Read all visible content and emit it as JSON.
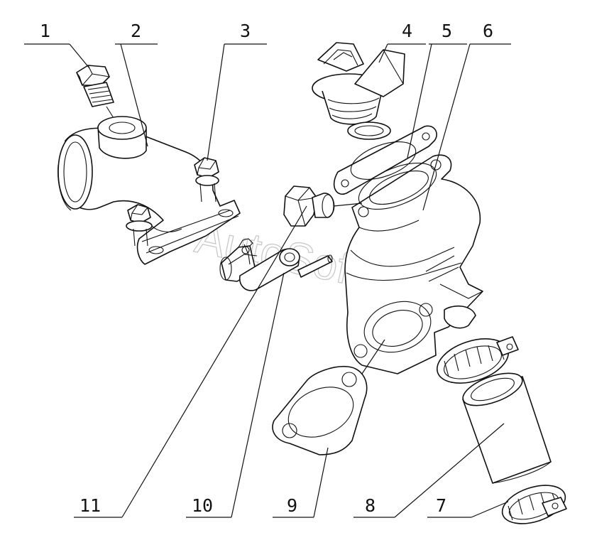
{
  "diagram": {
    "watermark": "AutoSoft",
    "callouts": [
      {
        "id": "1",
        "label": "1"
      },
      {
        "id": "2",
        "label": "2"
      },
      {
        "id": "3",
        "label": "3"
      },
      {
        "id": "4",
        "label": "4"
      },
      {
        "id": "5",
        "label": "5"
      },
      {
        "id": "6",
        "label": "6"
      },
      {
        "id": "7",
        "label": "7"
      },
      {
        "id": "8",
        "label": "8"
      },
      {
        "id": "9",
        "label": "9"
      },
      {
        "id": "10",
        "label": "10"
      },
      {
        "id": "11",
        "label": "11"
      }
    ]
  },
  "colors": {
    "line": "#111111",
    "background": "#ffffff",
    "watermark": "#c9c9c9"
  }
}
